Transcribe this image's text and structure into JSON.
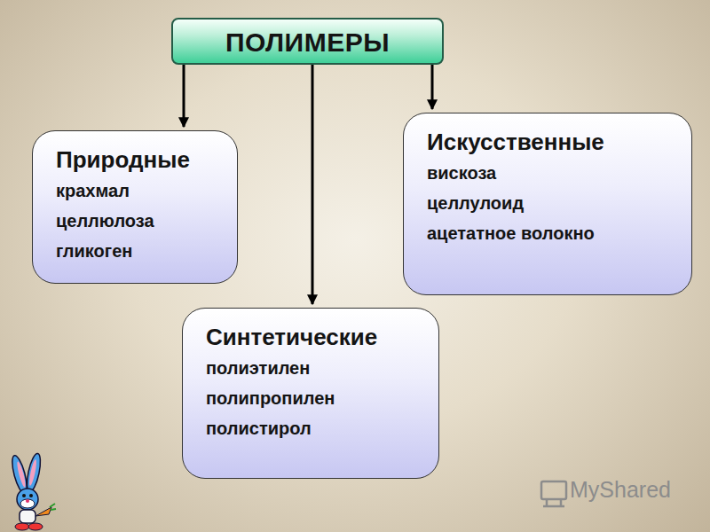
{
  "diagram": {
    "nodes": [
      {
        "text": [
          "ПОЛИМЕРЫ"
        ]
      },
      {
        "text": [
          "Природные",
          "крахмал",
          "целлюлоза",
          "гликоген"
        ]
      },
      {
        "text": [
          "Синтетические",
          "полиэтилен",
          "полипропилен",
          "полистирол"
        ]
      },
      {
        "text": [
          "Искусственные",
          "вискоза",
          "целлулоид",
          "ацетатное волокно"
        ]
      }
    ],
    "edges": [
      {
        "from": 0,
        "to": 1,
        "arrow": "to"
      },
      {
        "from": 0,
        "to": 2,
        "arrow": "to"
      },
      {
        "from": 0,
        "to": 3,
        "arrow": "to"
      }
    ],
    "labels": [
      "MyShared"
    ]
  }
}
